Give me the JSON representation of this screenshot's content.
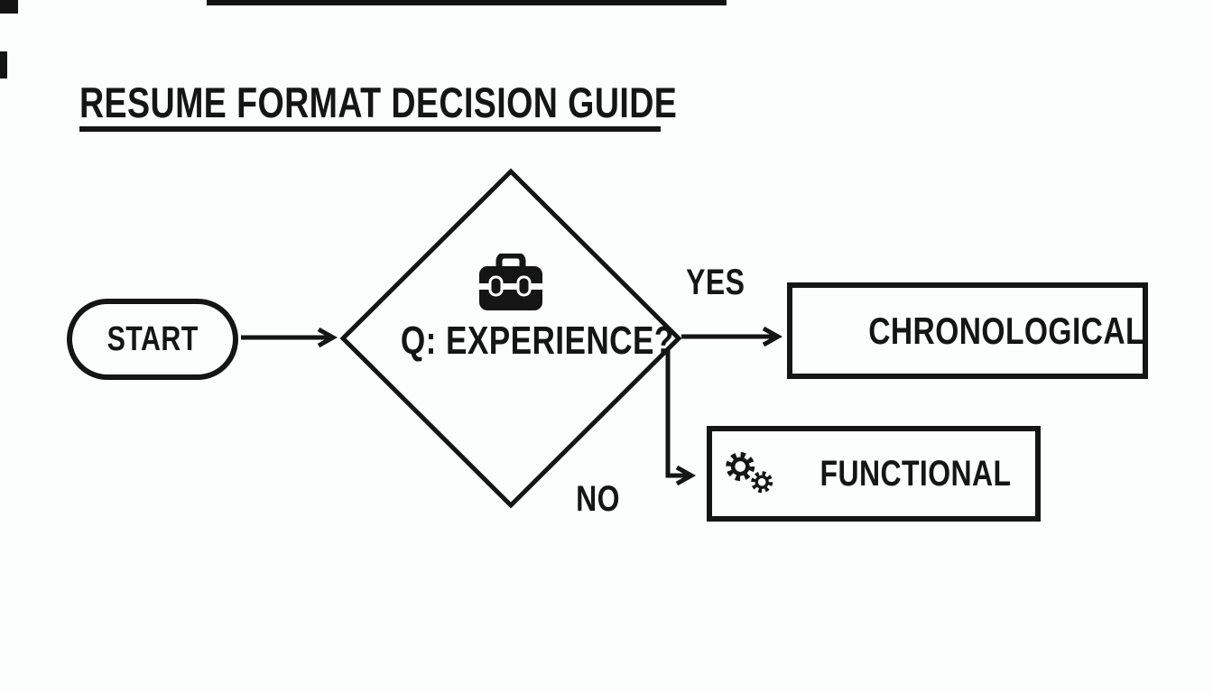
{
  "canvas": {
    "background": "#fcfdfd",
    "ink": "#151515"
  },
  "title": {
    "text": "RESUME FORMAT DECISION GUIDE",
    "underlined": true
  },
  "flowchart": {
    "start": {
      "label": "START",
      "shape": "terminator-pill"
    },
    "decision": {
      "label": "Q: EXPERIENCE?",
      "shape": "diamond",
      "icon": "briefcase-icon"
    },
    "edges": [
      {
        "from": "start",
        "to": "decision",
        "label": ""
      },
      {
        "from": "decision",
        "to": "chronological",
        "label": "YES"
      },
      {
        "from": "decision",
        "to": "functional",
        "label": "NO"
      }
    ],
    "outcomes": [
      {
        "id": "chronological",
        "label": "CHRONOLOGICAL",
        "icon": "scroll-document-icon",
        "shape": "rectangle"
      },
      {
        "id": "functional",
        "label": "FUNCTIONAL",
        "icon": "gears-icon",
        "shape": "rectangle"
      }
    ]
  }
}
